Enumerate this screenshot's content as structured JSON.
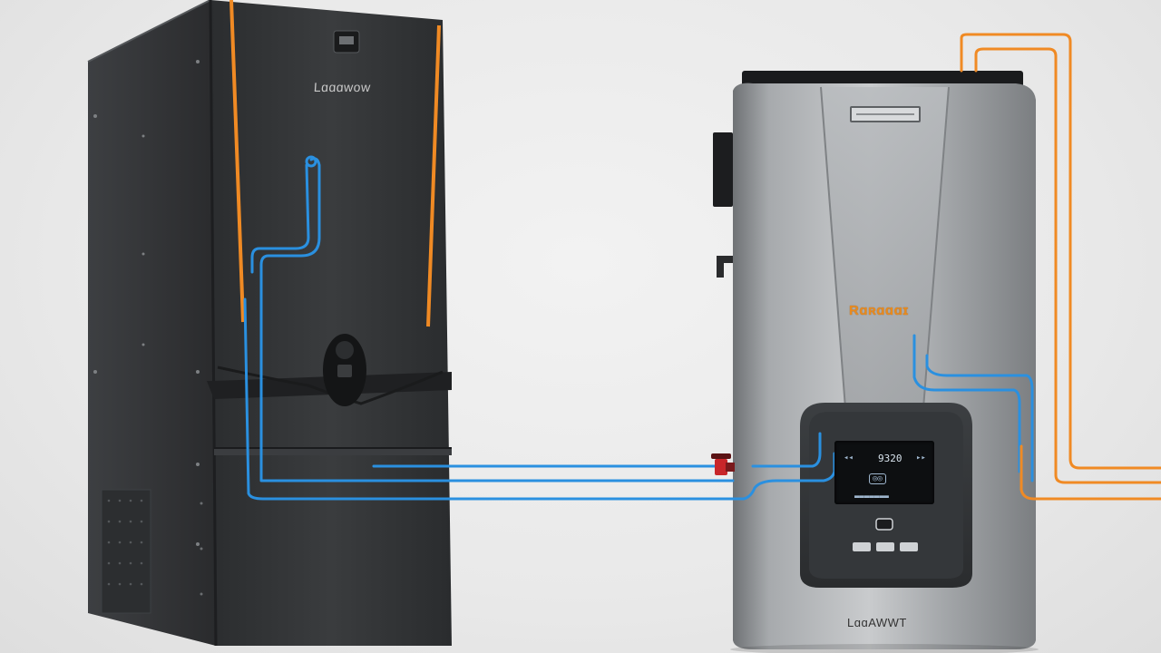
{
  "scene": {
    "left_unit": {
      "brand_label": "Lɑɑɑwow"
    },
    "right_unit": {
      "front_brand": "Rɑʀɑɑɑɪ",
      "display_reading": "9320",
      "bottom_brand": "LɑɑAWWT"
    },
    "colors": {
      "background": "#ebebeb",
      "left_cabinet": "#2f3133",
      "right_cabinet": "#9a9da0",
      "hot_line": "#f08a24",
      "cold_line": "#2a90e0",
      "valve": "#c8262a"
    }
  }
}
